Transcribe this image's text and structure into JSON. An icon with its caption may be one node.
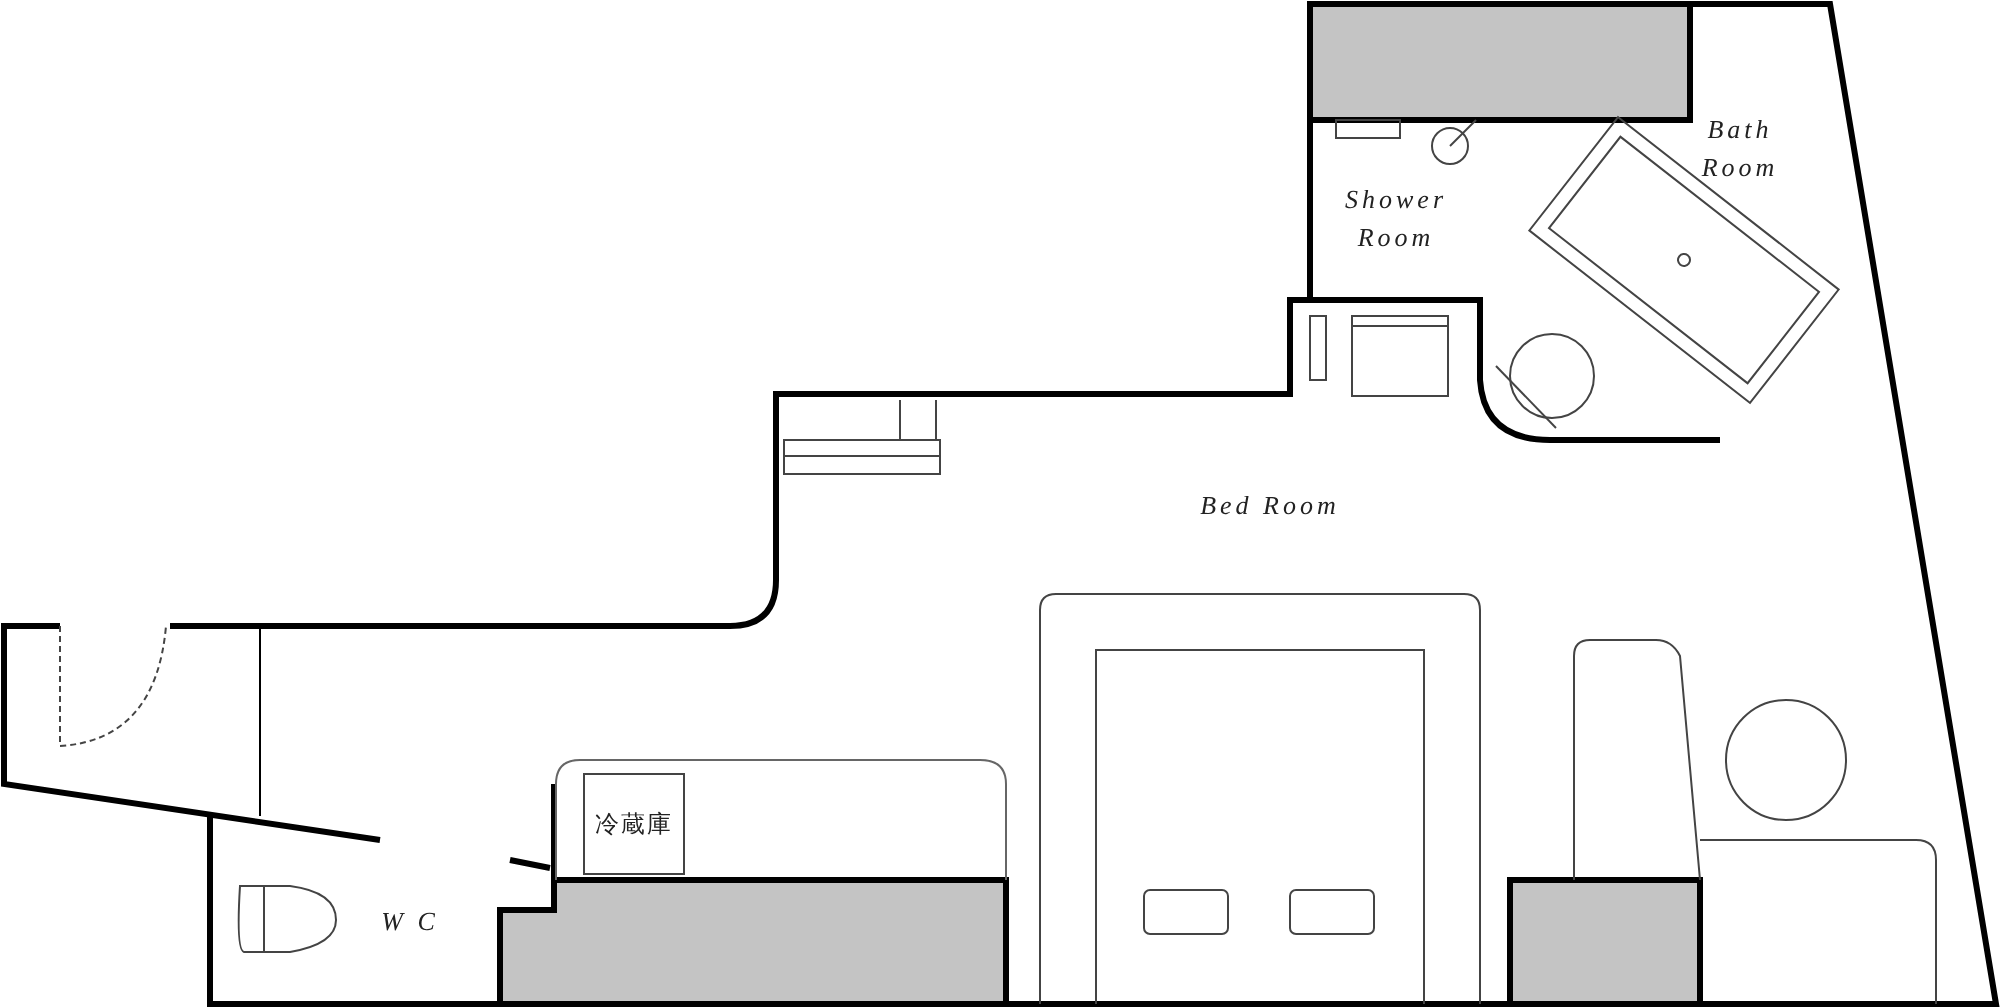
{
  "diagram": {
    "labels": [
      "Bath Room",
      "Shower Room",
      "Bed Room",
      "冷蔵庫",
      "W C"
    ]
  }
}
